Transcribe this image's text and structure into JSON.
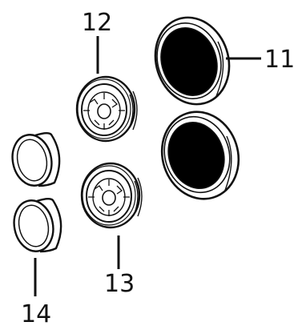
{
  "callouts": {
    "c11": "11",
    "c12": "12",
    "c13": "13",
    "c14": "14"
  },
  "parts": [
    {
      "id": "11",
      "name": "filter-disc",
      "count": 2
    },
    {
      "id": "12",
      "name": "threaded-cap",
      "count": 1
    },
    {
      "id": "13",
      "name": "threaded-cap",
      "count": 1
    },
    {
      "id": "14",
      "name": "ring",
      "count": 2
    }
  ],
  "colors": {
    "ink": "#111111",
    "paper": "#ffffff",
    "fill_dark": "#000000"
  }
}
